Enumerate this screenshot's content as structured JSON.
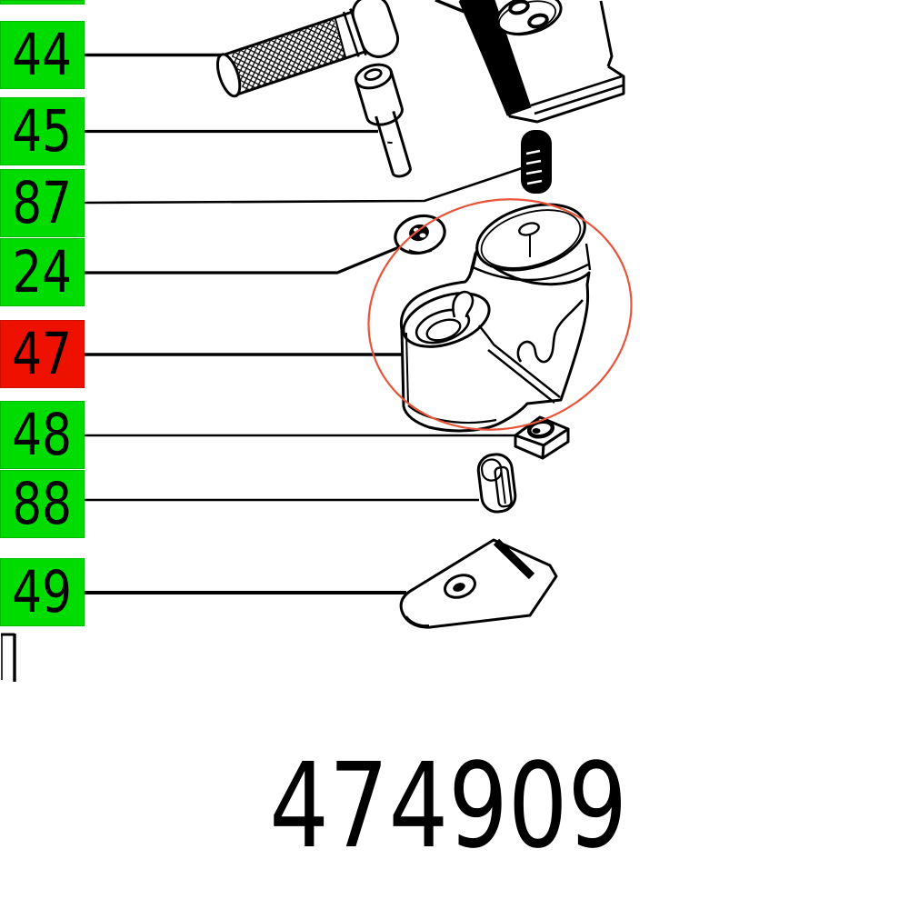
{
  "diagram": {
    "product_code": "474909",
    "part_labels": [
      {
        "text": "",
        "color_key": "green"
      },
      {
        "text": "44",
        "color_key": "green"
      },
      {
        "text": "45",
        "color_key": "green"
      },
      {
        "text": "87",
        "color_key": "green"
      },
      {
        "text": "24",
        "color_key": "green"
      },
      {
        "text": "47",
        "color_key": "red"
      },
      {
        "text": "48",
        "color_key": "green"
      },
      {
        "text": "88",
        "color_key": "green"
      },
      {
        "text": "49",
        "color_key": "green"
      }
    ],
    "colors": {
      "label_green": "#00dc00",
      "label_red": "#ee1100",
      "callout_red": "#e8543a",
      "ink": "#000000"
    }
  }
}
